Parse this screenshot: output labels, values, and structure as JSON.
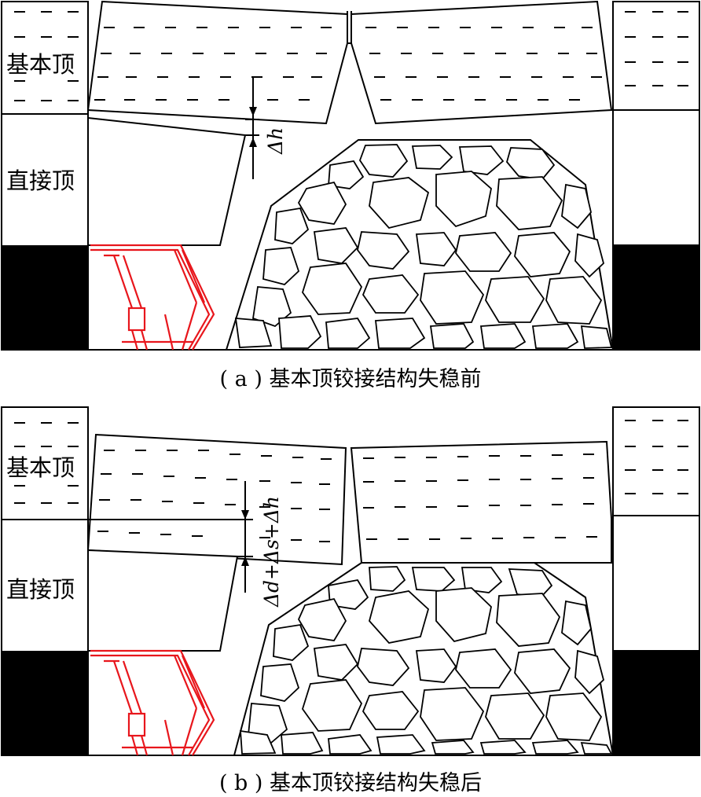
{
  "panel_a": {
    "main_roof_label": "基本顶",
    "immediate_roof_label": "直接顶",
    "delta_label": "Δh",
    "caption": "( a ) 基本顶铰接结构失稳前"
  },
  "panel_b": {
    "main_roof_label": "基本顶",
    "immediate_roof_label": "直接顶",
    "delta_label": "Δd+Δs+Δh",
    "caption": "( b ) 基本顶铰接结构失稳后"
  },
  "colors": {
    "line": "#000000",
    "coal": "#000000",
    "support": "#e8161c",
    "background": "#ffffff"
  }
}
